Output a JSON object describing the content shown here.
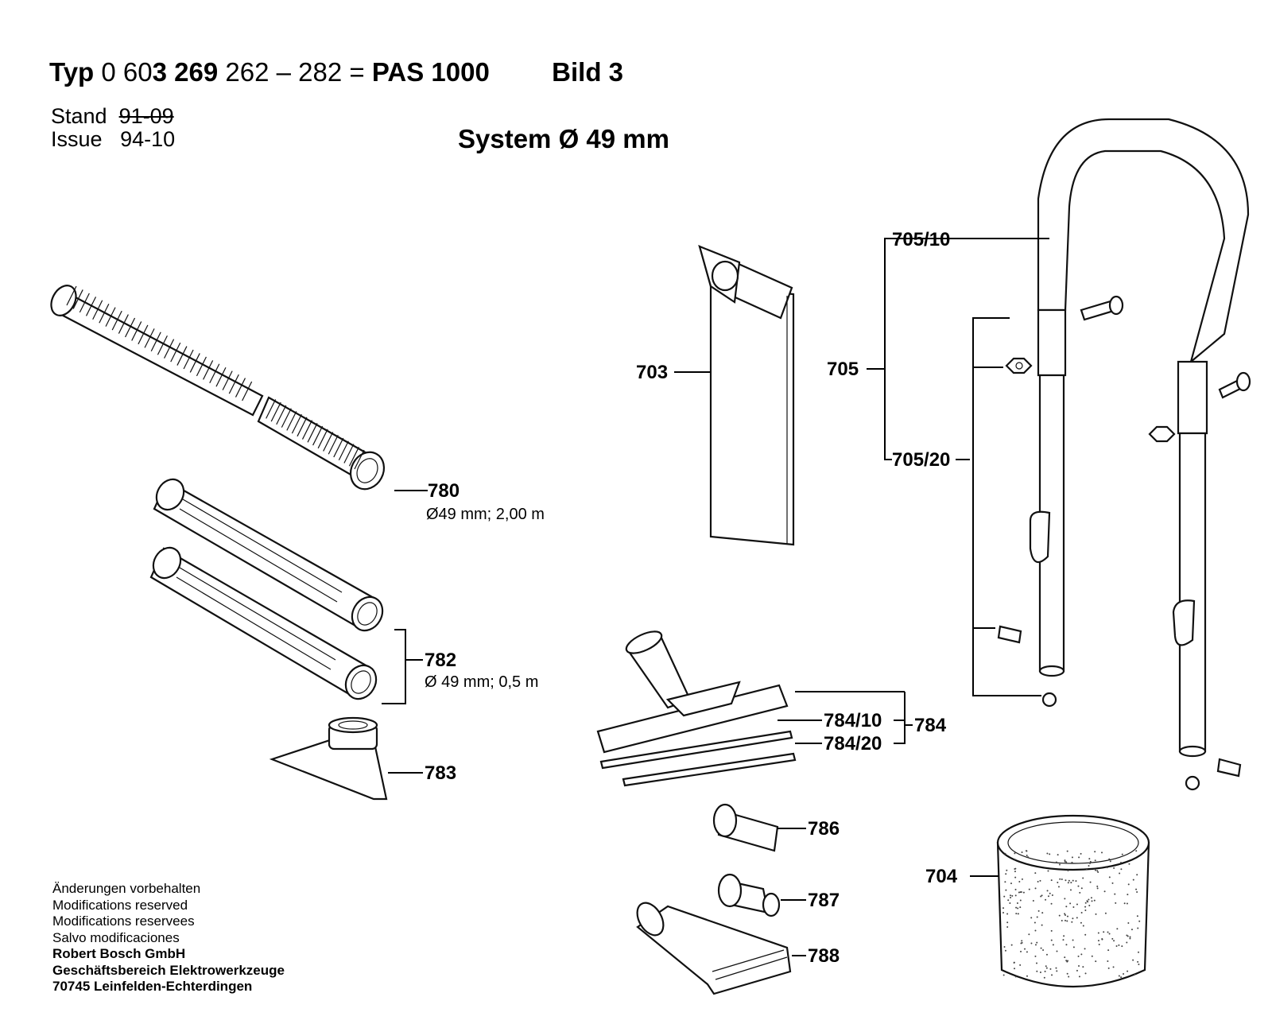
{
  "header": {
    "typ_prefix": "Typ",
    "typ_num_a": "0 60",
    "typ_num_b": "3 269",
    "typ_range": "262 – 282 =",
    "model": "PAS 1000",
    "bild": "Bild 3",
    "stand_label": "Stand",
    "stand_value": "91-09",
    "issue_label": "Issue",
    "issue_value": "94-10",
    "system": "System Ø 49 mm"
  },
  "parts": {
    "p703": "703",
    "p705": "705",
    "p705_10": "705/10",
    "p705_20": "705/20",
    "p780": "780",
    "p780_desc": "Ø49 mm; 2,00 m",
    "p782": "782",
    "p782_desc": "Ø 49 mm; 0,5 m",
    "p783": "783",
    "p784": "784",
    "p784_10": "784/10",
    "p784_20": "784/20",
    "p786": "786",
    "p787": "787",
    "p788": "788",
    "p704": "704"
  },
  "footer": {
    "line1": "Änderungen vorbehalten",
    "line2": "Modifications reserved",
    "line3": "Modifications reservees",
    "line4": "Salvo modificaciones",
    "line5": "Robert Bosch GmbH",
    "line6": "Geschäftsbereich Elektrowerkzeuge",
    "line7": "70745 Leinfelden-Echterdingen"
  }
}
